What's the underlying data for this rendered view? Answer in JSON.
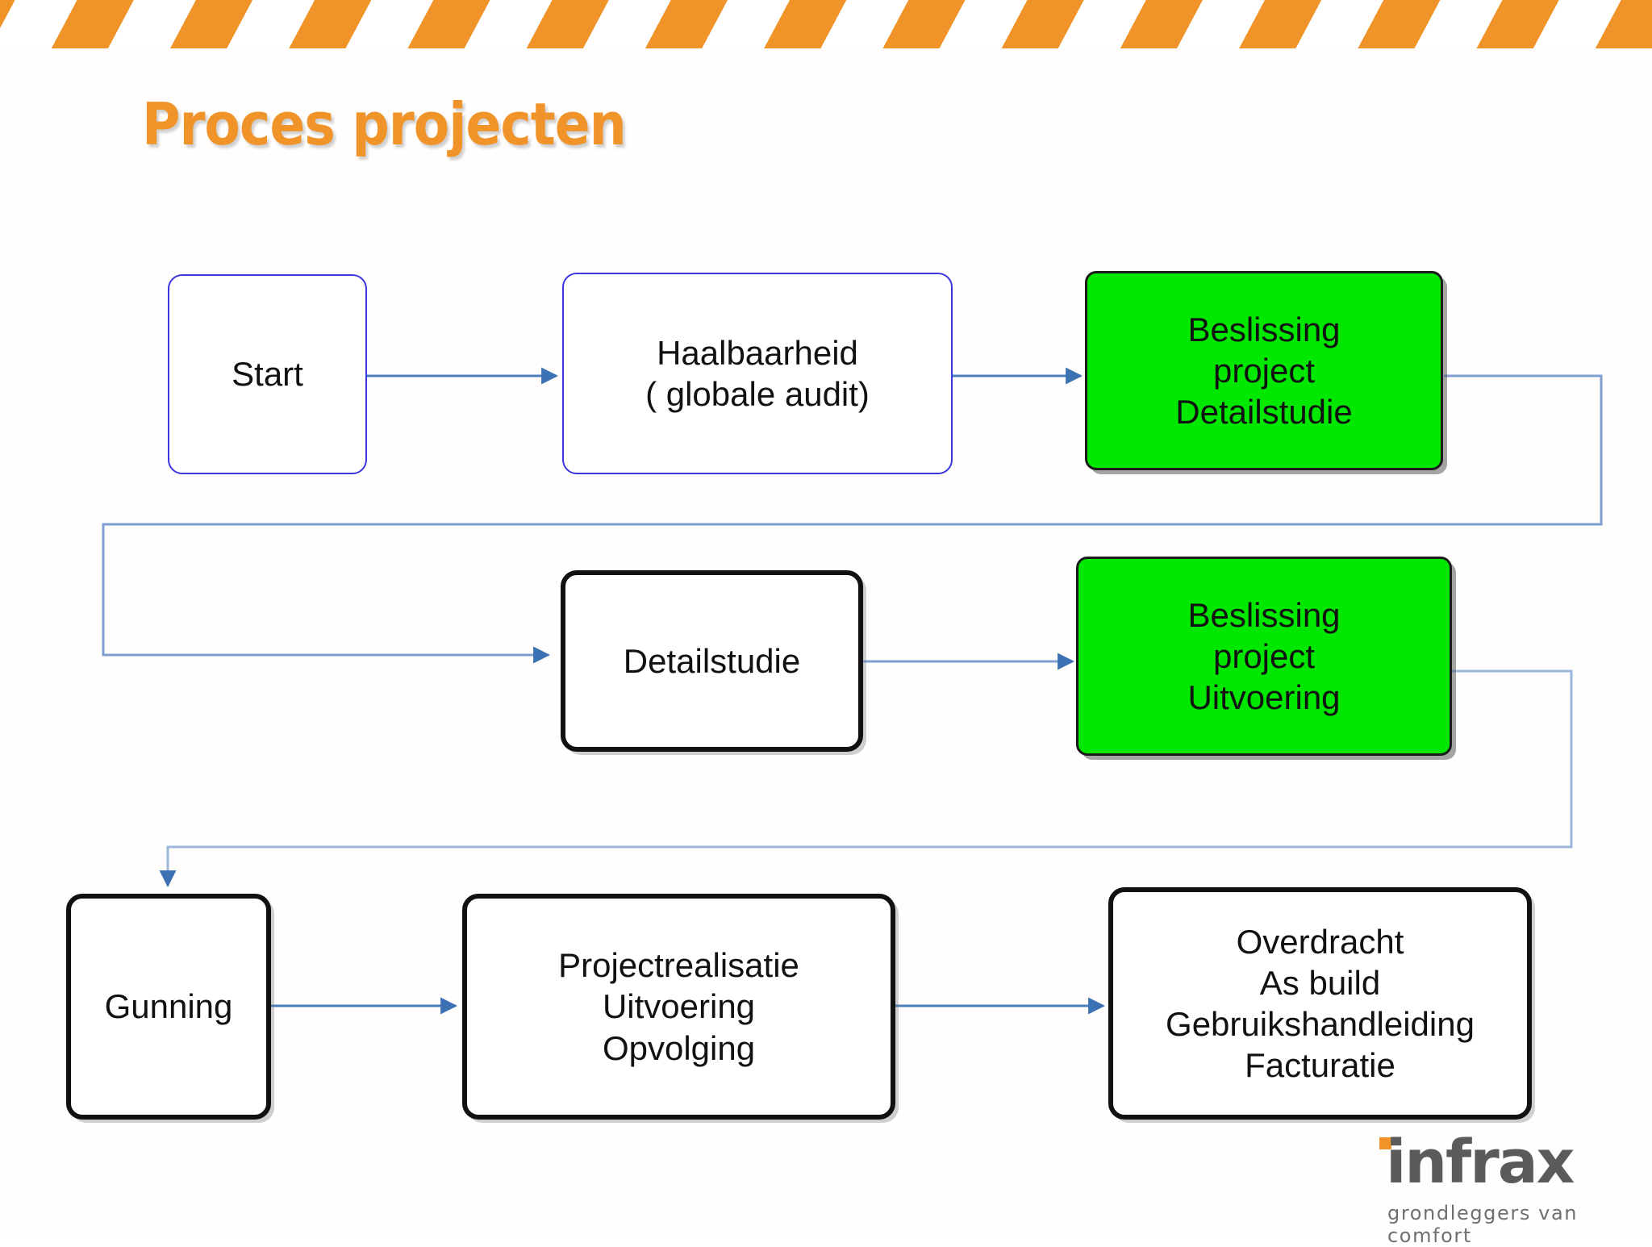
{
  "slide": {
    "title": "Proces projecten",
    "title_color": "#F0942A",
    "background_color": "#FFFFFF"
  },
  "header": {
    "stripe_color": "#F0942A",
    "stripe_gap_color": "#FFFFFF"
  },
  "flow": {
    "connector_color": "#4A7EBB",
    "nodes": [
      {
        "id": "start",
        "label": "Start",
        "style": "blue-outline",
        "border_color": "#3B36E0",
        "fill": "#FFFFFF",
        "row": 1
      },
      {
        "id": "haalbaarheid",
        "label": "Haalbaarheid\n( globale audit)",
        "line1": "Haalbaarheid",
        "line2": "( globale audit)",
        "style": "blue-outline",
        "border_color": "#3B36E0",
        "fill": "#FFFFFF",
        "row": 1
      },
      {
        "id": "beslissing-detailstudie",
        "label": "Beslissing project Detailstudie",
        "line1": "Beslissing",
        "line2": "project",
        "line3": "Detailstudie",
        "style": "green",
        "border_color": "#1B1B1B",
        "fill": "#00E800",
        "row": 1
      },
      {
        "id": "detailstudie",
        "label": "Detailstudie",
        "style": "black-outline",
        "border_color": "#111111",
        "fill": "#FFFFFF",
        "row": 2
      },
      {
        "id": "beslissing-uitvoering",
        "label": "Beslissing project Uitvoering",
        "line1": "Beslissing",
        "line2": "project",
        "line3": "Uitvoering",
        "style": "green",
        "border_color": "#1B1B1B",
        "fill": "#00E800",
        "row": 2
      },
      {
        "id": "gunning",
        "label": "Gunning",
        "style": "black-outline",
        "border_color": "#111111",
        "fill": "#FFFFFF",
        "row": 3
      },
      {
        "id": "projectrealisatie",
        "label": "Projectrealisatie Uitvoering Opvolging",
        "line1": "Projectrealisatie",
        "line2": "Uitvoering",
        "line3": "Opvolging",
        "style": "black-outline",
        "border_color": "#111111",
        "fill": "#FFFFFF",
        "row": 3
      },
      {
        "id": "overdracht",
        "label": "Overdracht As build Gebruikshandleiding Facturatie",
        "line1": "Overdracht",
        "line2": "As build",
        "line3": "Gebruikshandleiding",
        "line4": "Facturatie",
        "style": "black-outline",
        "border_color": "#111111",
        "fill": "#FFFFFF",
        "row": 3
      }
    ],
    "edges": [
      {
        "from": "start",
        "to": "haalbaarheid",
        "kind": "arrow-right"
      },
      {
        "from": "haalbaarheid",
        "to": "beslissing-detailstudie",
        "kind": "arrow-right"
      },
      {
        "from": "beslissing-detailstudie",
        "to": "detailstudie",
        "kind": "route-right-down-left-arrow"
      },
      {
        "from": "detailstudie",
        "to": "beslissing-uitvoering",
        "kind": "arrow-right"
      },
      {
        "from": "beslissing-uitvoering",
        "to": "gunning",
        "kind": "route-right-down-left-arrow-down"
      },
      {
        "from": "gunning",
        "to": "projectrealisatie",
        "kind": "arrow-right"
      },
      {
        "from": "projectrealisatie",
        "to": "overdracht",
        "kind": "arrow-right"
      }
    ]
  },
  "logo": {
    "wordmark": "infrax",
    "tagline": "grondleggers van comfort",
    "dot_color": "#F0942A",
    "text_color": "#5B5B5B"
  }
}
